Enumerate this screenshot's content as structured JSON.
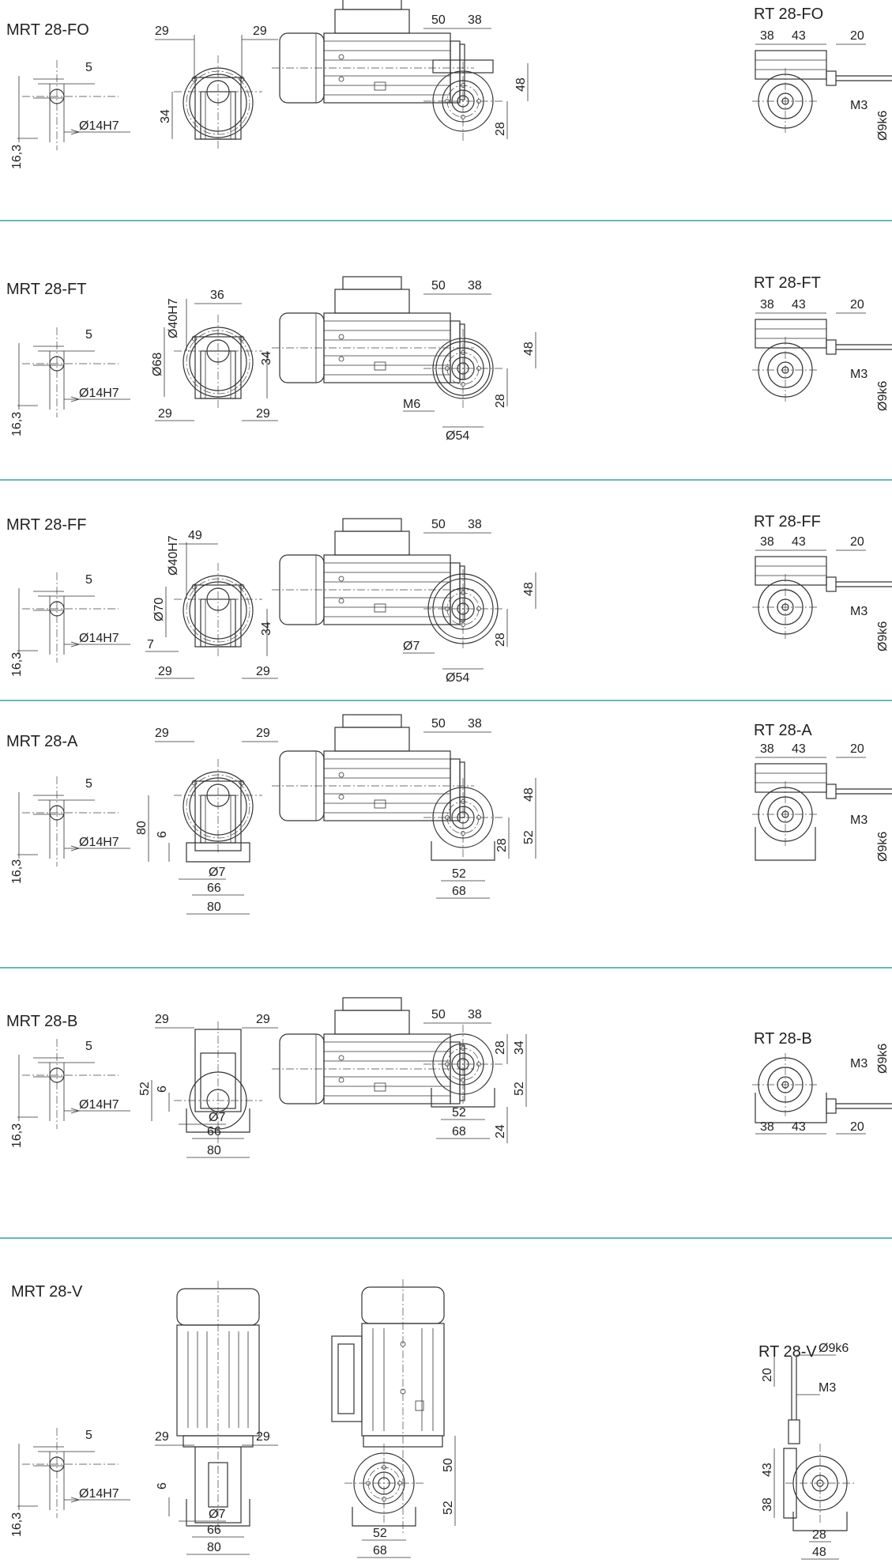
{
  "colors": {
    "separator": "#3aa0a0",
    "line": "#333333",
    "background": "#ffffff"
  },
  "sections": [
    {
      "id": "fo",
      "title": "MRT 28-FO",
      "rt_title": "RT 28-FO",
      "shaft": {
        "key": "5",
        "height": "16,3",
        "bore": "Ø14H7"
      },
      "front": {
        "left": "29",
        "right": "29",
        "height": "34"
      },
      "side": {
        "top1": "50",
        "top2": "38",
        "h1": "48",
        "h2": "28"
      },
      "rt": {
        "a": "38",
        "b": "43",
        "c": "20",
        "thread": "M3",
        "shaft": "Ø9k6"
      }
    },
    {
      "id": "ft",
      "title": "MRT 28-FT",
      "rt_title": "RT 28-FT",
      "shaft": {
        "key": "5",
        "height": "16,3",
        "bore": "Ø14H7"
      },
      "front": {
        "flange": "Ø40H7",
        "width": "36",
        "dia": "Ø68",
        "height": "34",
        "left": "29",
        "right": "29"
      },
      "side": {
        "top1": "50",
        "top2": "38",
        "h1": "48",
        "h2": "28",
        "thread": "M6",
        "dia": "Ø54"
      },
      "rt": {
        "a": "38",
        "b": "43",
        "c": "20",
        "thread": "M3",
        "shaft": "Ø9k6"
      }
    },
    {
      "id": "ff",
      "title": "MRT 28-FF",
      "rt_title": "RT 28-FF",
      "shaft": {
        "key": "5",
        "height": "16,3",
        "bore": "Ø14H7"
      },
      "front": {
        "flange": "Ø40H7",
        "width": "49",
        "dia": "Ø70",
        "height": "34",
        "small": "7",
        "left": "29",
        "right": "29"
      },
      "side": {
        "top1": "50",
        "top2": "38",
        "h1": "48",
        "h2": "28",
        "hole": "Ø7",
        "dia": "Ø54"
      },
      "rt": {
        "a": "38",
        "b": "43",
        "c": "20",
        "thread": "M3",
        "shaft": "Ø9k6"
      }
    },
    {
      "id": "a",
      "title": "MRT 28-A",
      "rt_title": "RT 28-A",
      "shaft": {
        "key": "5",
        "height": "16,3",
        "bore": "Ø14H7"
      },
      "front": {
        "left": "29",
        "right": "29",
        "height": "80",
        "foot": "6",
        "hole": "Ø7",
        "w1": "66",
        "w2": "80"
      },
      "side": {
        "top1": "50",
        "top2": "38",
        "h1": "48",
        "h2": "28",
        "h3": "52",
        "w1": "52",
        "w2": "68"
      },
      "rt": {
        "a": "38",
        "b": "43",
        "c": "20",
        "thread": "M3",
        "shaft": "Ø9k6"
      }
    },
    {
      "id": "b",
      "title": "MRT 28-B",
      "rt_title": "RT 28-B",
      "shaft": {
        "key": "5",
        "height": "16,3",
        "bore": "Ø14H7"
      },
      "front": {
        "left": "29",
        "right": "29",
        "height": "52",
        "foot": "6",
        "hole": "Ø7",
        "w1": "66",
        "w2": "80"
      },
      "side": {
        "top1": "50",
        "top2": "38",
        "h1": "28",
        "h2": "34",
        "h3": "52",
        "h4": "24",
        "w1": "52",
        "w2": "68"
      },
      "rt": {
        "a": "38",
        "b": "43",
        "c": "20",
        "thread": "M3",
        "shaft": "Ø9k6"
      }
    },
    {
      "id": "v",
      "title": "MRT 28-V",
      "rt_title": "RT 28-V",
      "shaft": {
        "key": "5",
        "height": "16,3",
        "bore": "Ø14H7"
      },
      "front": {
        "left": "29",
        "right": "29",
        "foot": "6",
        "hole": "Ø7",
        "w1": "66",
        "w2": "80"
      },
      "side": {
        "h1": "50",
        "h2": "52",
        "w1": "52",
        "w2": "68"
      },
      "rt": {
        "shaft": "Ø9k6",
        "h0": "20",
        "thread": "M3",
        "b": "43",
        "a": "38",
        "w1": "28",
        "w2": "48"
      }
    }
  ]
}
